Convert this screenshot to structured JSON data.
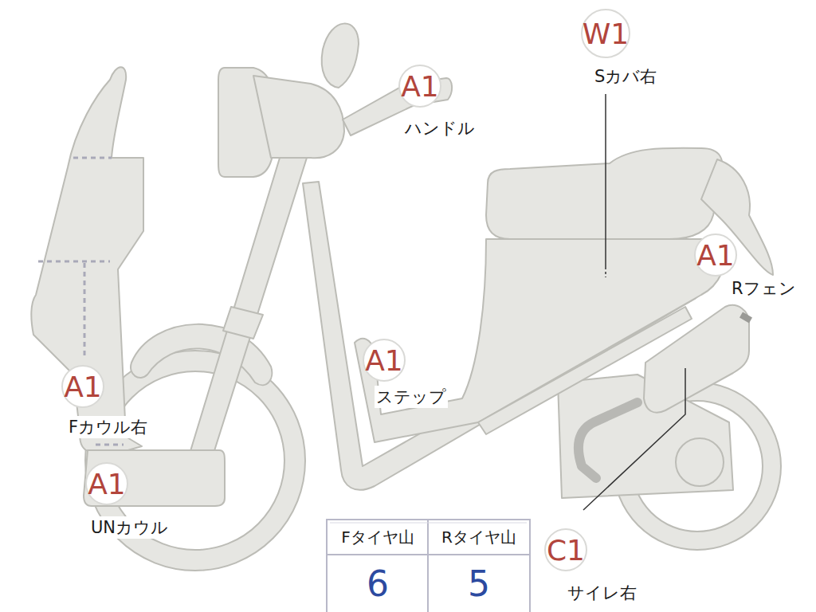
{
  "diagram": {
    "nodes": [
      {
        "text": [
          "W1",
          "Sカバ右"
        ]
      },
      {
        "text": [
          "A1",
          "ハンドル"
        ]
      },
      {
        "text": [
          "A1",
          "Rフェン"
        ]
      },
      {
        "text": [
          "A1",
          "ステップ"
        ]
      },
      {
        "text": [
          "A1",
          "Fカウル右"
        ]
      },
      {
        "text": [
          "A1",
          "UNカウル"
        ]
      },
      {
        "text": [
          "C1",
          "サイレ右"
        ]
      }
    ],
    "labels": [
      "Fタイヤ山",
      "Rタイヤ山",
      "6",
      "5"
    ]
  }
}
